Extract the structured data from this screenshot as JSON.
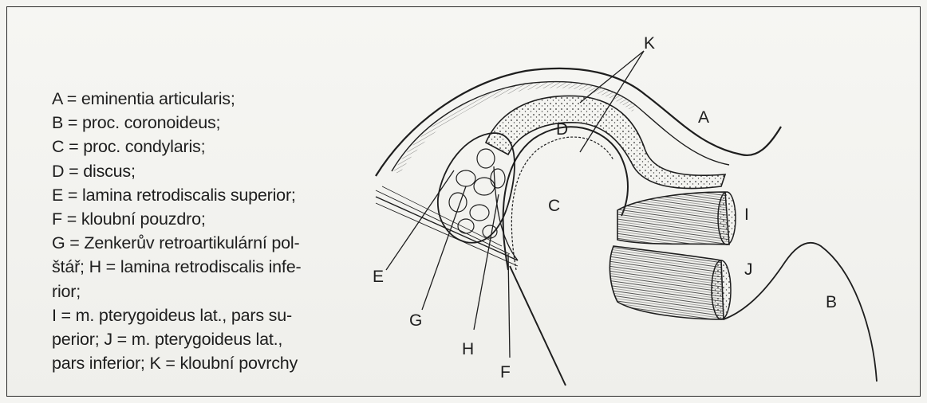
{
  "legend": {
    "lines": [
      "A = eminentia articularis;",
      "B = proc. coronoideus;",
      "C = proc. condylaris;",
      "D = discus;",
      "E = lamina retrodiscalis superior;",
      "F = kloubní pouzdro;",
      "G = Zenkerův retroartikulární pol-",
      "štář; H = lamina retrodiscalis infe-",
      "rior;",
      "I = m. pterygoideus lat., pars su-",
      "perior; J = m. pterygoideus lat.,",
      "pars inferior; K = kloubní povrchy"
    ]
  },
  "figure": {
    "labels": {
      "A": "A",
      "B": "B",
      "C": "C",
      "D": "D",
      "E": "E",
      "F": "F",
      "G": "G",
      "H": "H",
      "I": "I",
      "J": "J",
      "K": "K"
    }
  }
}
